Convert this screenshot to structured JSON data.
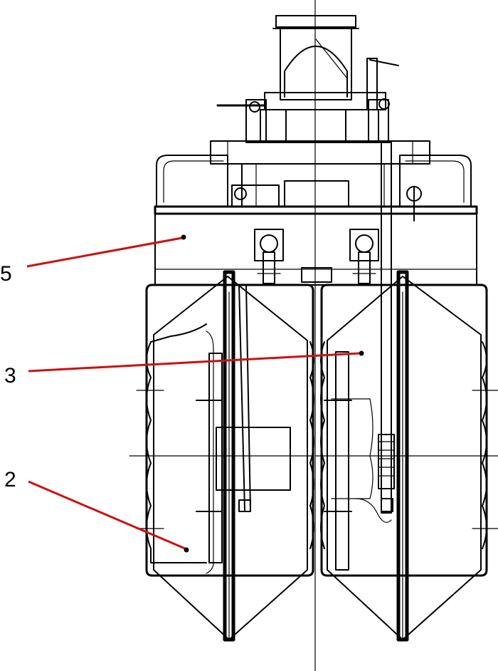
{
  "callouts": [
    {
      "number": "5",
      "part": "upper-housing"
    },
    {
      "number": "3",
      "part": "right-bucket"
    },
    {
      "number": "2",
      "part": "left-bucket"
    }
  ],
  "colors": {
    "line": "#000000",
    "leader": "#cc1111",
    "background": "#ffffff"
  }
}
